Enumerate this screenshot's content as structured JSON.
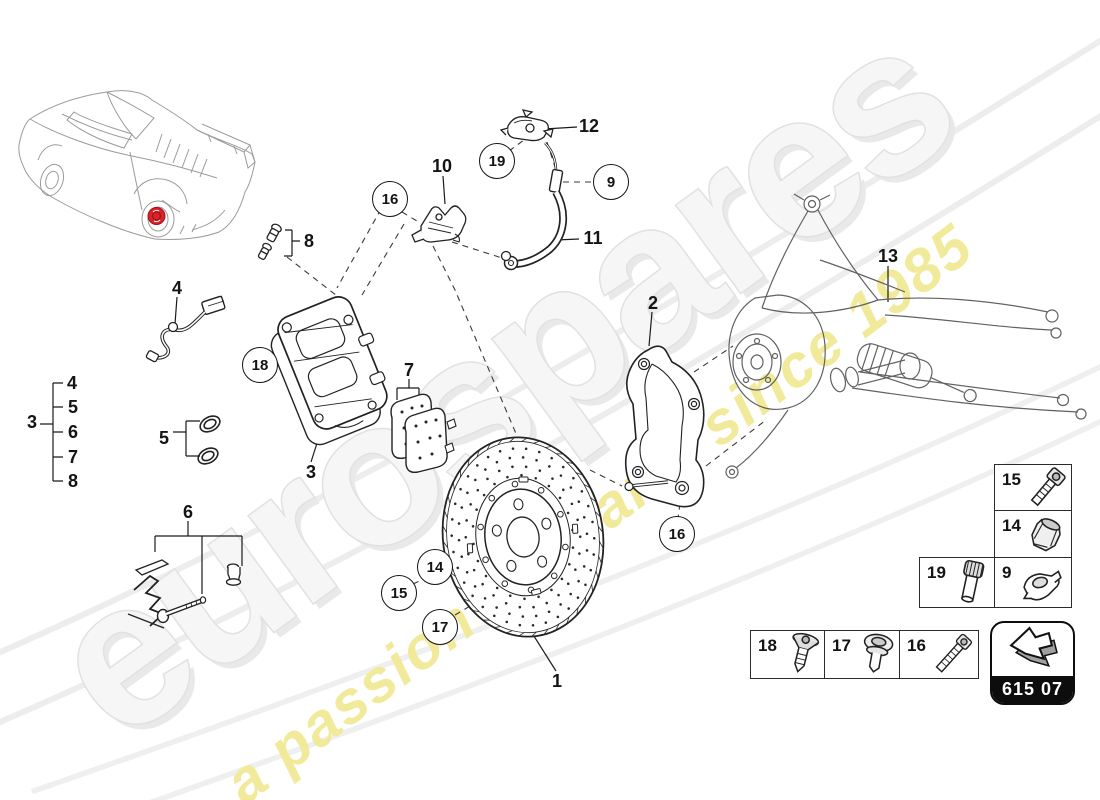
{
  "watermark": {
    "brand": "eurospares",
    "tagline": "a passion for parts since 1985"
  },
  "colors": {
    "ink": "#1a1a1a",
    "highlight_red": "#d8232a",
    "watermark_gray": "#ececec",
    "watermark_yellow": "#f2ea9b"
  },
  "callouts": {
    "c1": "1",
    "c2": "2",
    "c3": "3",
    "c4": "4",
    "c5": "5",
    "c6": "6",
    "c7": "7",
    "c8": "8",
    "c9": "9",
    "c10": "10",
    "c11": "11",
    "c12": "12",
    "c13": "13",
    "c14": "14",
    "c15": "15",
    "c16": "16",
    "c17": "17",
    "c18": "18",
    "c19": "19"
  },
  "group3": {
    "label": "3",
    "items": [
      "4",
      "5",
      "6",
      "7",
      "8"
    ]
  },
  "legend": {
    "box15": {
      "number": "15",
      "icon": "socket-head-bolt-icon"
    },
    "box14": {
      "number": "14",
      "icon": "guide-sleeve-icon"
    },
    "box19": {
      "number": "19",
      "icon": "knurled-bolt-icon"
    },
    "box9": {
      "number": "9",
      "icon": "retaining-clip-icon"
    },
    "box18": {
      "number": "18",
      "icon": "countersunk-screw-icon"
    },
    "box17": {
      "number": "17",
      "icon": "pan-head-screw-icon"
    },
    "box16": {
      "number": "16",
      "icon": "long-socket-bolt-icon"
    }
  },
  "nav_tile": {
    "code": "615 07"
  }
}
